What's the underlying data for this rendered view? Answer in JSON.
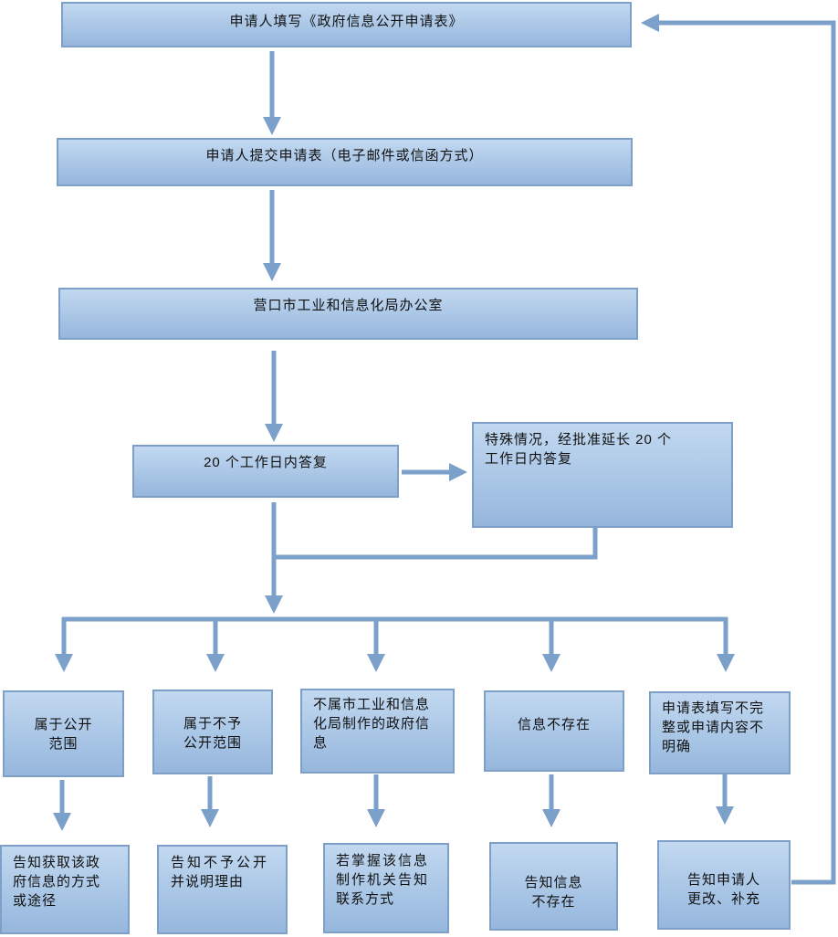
{
  "flow": {
    "step1": "申请人填写《政府信息公开申请表》",
    "step2": "申请人提交申请表（电子邮件或信函方式）",
    "step3": "营口市工业和信息化局办公室",
    "step4": "20 个工作日内答复",
    "extension": [
      "特殊情况，经批准延长 20 个",
      "工作日内答复"
    ],
    "branches": [
      {
        "condition": [
          "属于公开",
          "范围"
        ],
        "result": [
          "告知获取该政",
          "府信息的方式",
          "或途径"
        ]
      },
      {
        "condition": [
          "属于不予",
          "公开范围"
        ],
        "result": [
          "告知不予公开",
          "并说明理由"
        ]
      },
      {
        "condition": [
          "不属市工业和信息",
          "化局制作的政府信",
          "息"
        ],
        "result": [
          "若掌握该信息",
          "制作机关告知",
          "联系方式"
        ]
      },
      {
        "condition": [
          "信息不存在"
        ],
        "result": [
          "告知信息",
          "不存在"
        ]
      },
      {
        "condition": [
          "申请表填写不完",
          "整或申请内容不",
          "明确"
        ],
        "result": [
          "告知申请人",
          "更改、补充"
        ]
      }
    ]
  },
  "colors": {
    "line": "#7ba0c9",
    "box_border": "#7d9fc8",
    "box_top": "#c2d8f0",
    "box_bottom": "#96b6dc"
  }
}
